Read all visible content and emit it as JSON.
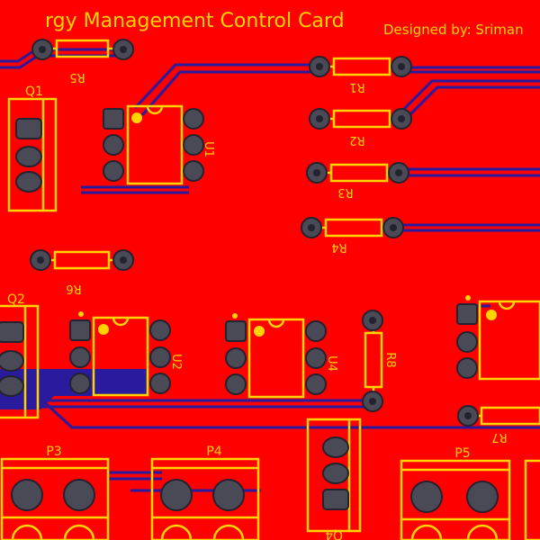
{
  "board": {
    "title": "rgy Management Control Card",
    "designer": "Designed by: Sriman",
    "colors": {
      "substrate": "#ff0000",
      "silkscreen": "#ffd400",
      "trace": "#2a1a9e",
      "pad": "#4a4a56"
    }
  },
  "labels": {
    "r1": "R1",
    "r2": "R2",
    "r3": "R3",
    "r4": "R4",
    "r5": "R5",
    "r6": "R6",
    "r7": "R7",
    "r8": "R8",
    "q1": "Q1",
    "q2": "Q2",
    "q4": "Q4",
    "u1": "U1",
    "u2": "U2",
    "u4": "U4",
    "p3": "P3",
    "p4": "P4",
    "p5": "P5"
  }
}
